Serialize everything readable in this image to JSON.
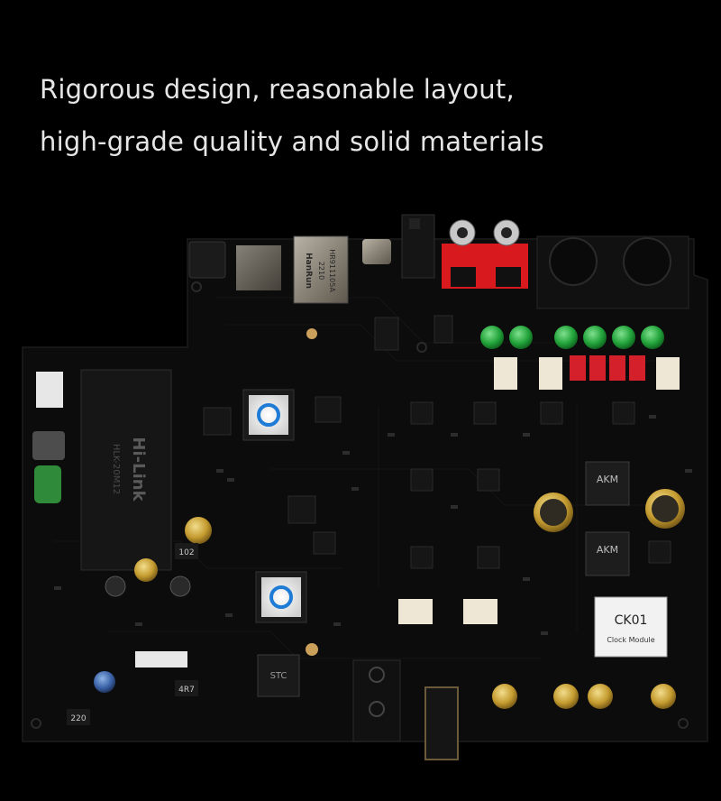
{
  "headline": {
    "line1": "Rigorous design, reasonable layout,",
    "line2": "high-grade quality and solid materials"
  },
  "board": {
    "ethernet_model_top": "HR911105A",
    "ethernet_model_mid": "2210",
    "ethernet_brand": "HanRun",
    "power_brand": "Hi-Link",
    "power_model": "HLK-20M12",
    "dac_chip_upper": "AKM",
    "dac_chip_lower": "AKM",
    "usb_chip_mark": "STC",
    "clock_module_title": "CK01",
    "clock_module_subtitle": "Clock Module",
    "mark_102": "102",
    "mark_220": "220",
    "mark_4r7": "4R7"
  },
  "colors": {
    "background": "#000000",
    "pcb": "#0c0c0c",
    "rca_red": "#d81a1f",
    "cap_green": "#21a53a",
    "cap_gold": "#c9a23a",
    "film_red": "#d3202a"
  }
}
